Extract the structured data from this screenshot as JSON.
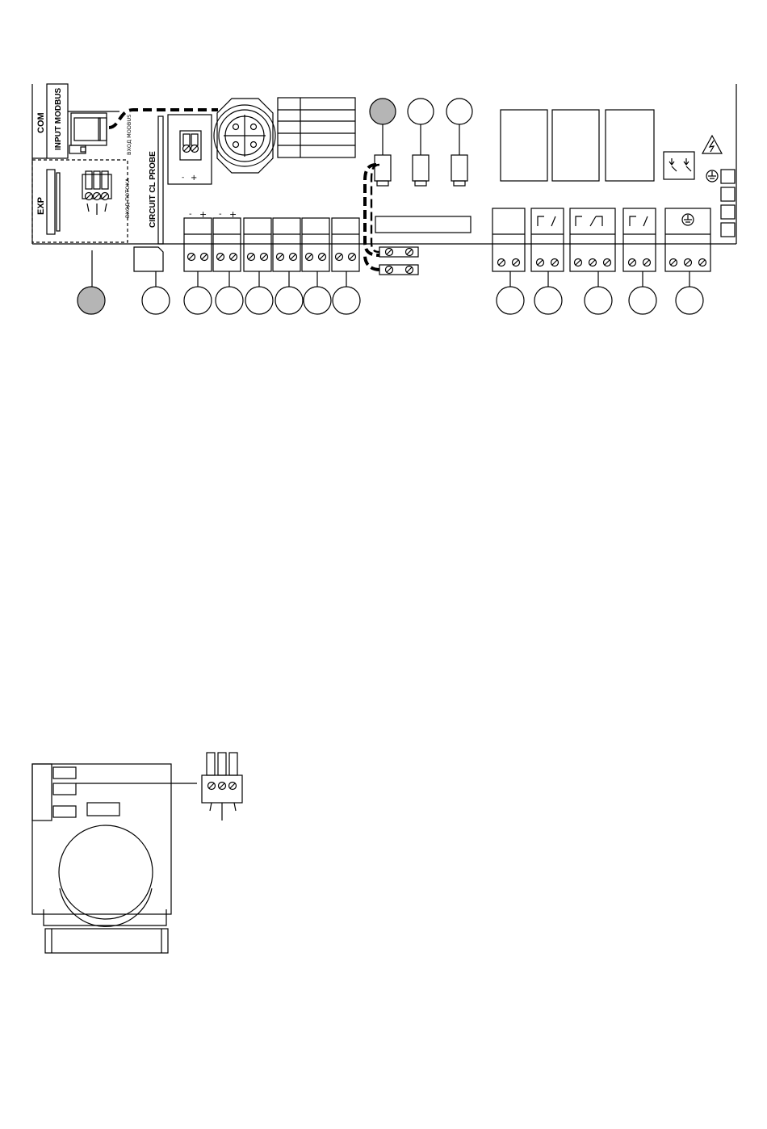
{
  "board": {
    "labels": {
      "com": "COM",
      "input_modbus": "INPUT MODBUS",
      "vkhod_modbus": "ВХОД MODBUS",
      "exp": "EXP",
      "vkhod_potoka": "ВХОД ПОТОКА",
      "circuit_cl_probe": "CIRCUIT CL PROBE"
    },
    "polarity_minus": "-",
    "polarity_plus": "+",
    "filled_callouts": [
      "exp-callout",
      "fuse-callout"
    ],
    "colors": {
      "line": "#000000",
      "callout_fill": "#b5b5b5",
      "background": "#ffffff"
    },
    "icons": [
      "relay-no-icon",
      "relay-changeover-icon",
      "ground-icon",
      "high-voltage-warning-icon",
      "ground-symbol-icon",
      "power-switch-icon"
    ]
  }
}
